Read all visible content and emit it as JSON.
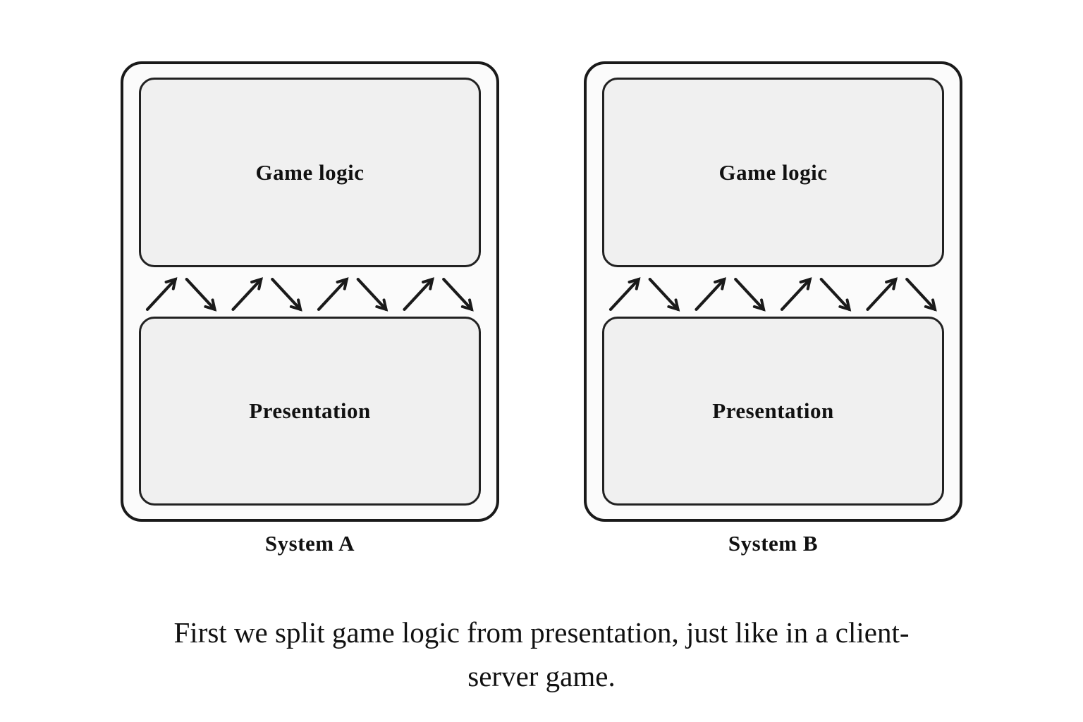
{
  "systems": [
    {
      "label": "System A",
      "top_box_label": "Game logic",
      "bottom_box_label": "Presentation"
    },
    {
      "label": "System B",
      "top_box_label": "Game logic",
      "bottom_box_label": "Presentation"
    }
  ],
  "arrows": {
    "per_system_count": 8,
    "pattern": "alternating up-right and down-right zigzag between boxes"
  },
  "caption_lines": [
    "First we split game logic from presentation, just like in a client-",
    "server game."
  ],
  "colors": {
    "background": "#ffffff",
    "outer_box_fill": "#fbfbfb",
    "inner_box_fill": "#f0f0f0",
    "border": "#1a1a1a",
    "text": "#111111"
  }
}
